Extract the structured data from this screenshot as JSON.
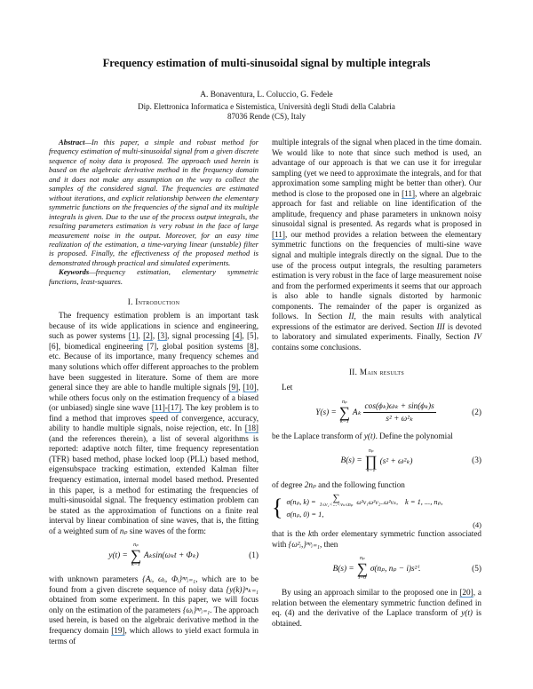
{
  "paper": {
    "title": "Frequency estimation of multi-sinusoidal signal by multiple integrals",
    "authors": "A. Bonaventura, L. Coluccio, G. Fedele",
    "affiliation": "Dip. Elettronica Informatica e Sistemistica, Università degli Studi della Calabria",
    "address": "87036 Rende (CS), Italy"
  },
  "abstract": {
    "label": "Abstract",
    "text": "—In this paper, a simple and robust method for frequency estimation of multi-sinusoidal signal from a given discrete sequence of noisy data is proposed. The approach used herein is based on the algebraic derivative method in the frequency domain and it does not make any assumption on the way to collect the samples of the considered signal. The frequencies are estimated without iterations, and explicit relationship between the elementary symmetric functions on the frequencies of the signal and its multiple integrals is given. Due to the use of the process output integrals, the resulting parameters estimation is very robust in the face of large measurement noise in the output. Moreover, for an easy time realization of the estimation, a time-varying linear (unstable) filter is proposed. Finally, the effectiveness of the proposed method is demonstrated through practical and simulated experiments.",
    "keywords_label": "Keywords",
    "keywords": "—frequency estimation, elementary symmetric functions, least-squares."
  },
  "sections": {
    "intro_heading": "I. Introduction",
    "main_heading": "II. Main results"
  },
  "paragraphs": {
    "intro1": [
      "The frequency estimation problem is an important task because of its wide applications in science and engineering, such as power systems ",
      {
        "ref": "[1]"
      },
      ", ",
      {
        "ref": "[2]"
      },
      ", ",
      {
        "ref": "[3]"
      },
      ", signal processing ",
      {
        "ref": "[4]"
      },
      ", [5], [6], biomedical engineering [7], global position systems ",
      {
        "ref": "[8]"
      },
      ", etc. Because of its importance, many frequency schemes and many solutions which offer different approaches to the problem have been suggested in literature. Some of them are more general since they are able to handle multiple signals ",
      {
        "ref": "[9]"
      },
      ", ",
      {
        "ref": "[10]"
      },
      ", while others focus only on the estimation frequency of a biased (or unbiased) single sine wave ",
      {
        "ref": "[11]-[17]"
      },
      ". The key problem is to find a method that improves speed of convergence, accuracy, ability to handle multiple signals, noise re­jection, etc. In ",
      {
        "ref": "[18]"
      },
      " (and the references therein), a list of several algorithms is reported: adaptive notch filter, time frequency representation (TFR) based method, phase locked loop (PLL) based method, eigensubspace tracking estimation, extended Kalman filter frequency estimation, internal model based method. Presented in this paper, is a method for estimating the frequencies of multi-sinusoidal signal. The frequency estimation problem can be stated as the approximation of functions on a finite real interval by linear combination of sine waves, that is, the fitting of a weighted sum of ",
      {
        "math": "nₚ"
      },
      " sine waves of the form:"
    ],
    "intro2": [
      "with unknown parameters ",
      {
        "math": "{Aᵢ, ωᵢ, Φᵢ}ⁿᵖᵢ₌₁"
      },
      ", which are to be found from a given discrete sequence of noisy data ",
      {
        "math": "{y(k)}ⁿₖ₌₁"
      },
      " obtained from some experiment. In this paper, we will focus only on the estimation of the parameters ",
      {
        "math": "{ωᵢ}ⁿᵖᵢ₌₁"
      },
      ". The approach used herein, is based on the algebraic derivative method in the frequency domain ",
      {
        "ref": "[19]"
      },
      ", which allows to yield exact formula in terms of"
    ],
    "right1": [
      "multiple integrals of the signal when placed in the time domain. We would like to note that since such method is used, an advantage of our approach is that we can use it for irregular sampling (yet we need to approximate the integrals, and for that approximation some sampling might be better than other). Our method is close to the proposed one in ",
      {
        "ref": "[11]"
      },
      ", where an algebraic approach for fast and reliable on line identification of the amplitude, frequency and phase parameters in unknown noisy sinu­soidal signal is presented. As regards what is proposed in ",
      {
        "ref": "[11]"
      },
      ", our method provides a relation between the elementary symmetric functions on the frequencies of multi-sine wave signal and multiple integrals directly on the signal. Due to the use of the process output integrals, the resulting parameters estimation is very robust in the face of large measurement noise and from the performed experiments it seems that our approach is also able to handle signals distorted by harmonic components. The remainder of the paper is organized as follows. In Section ",
      {
        "math": "II"
      },
      ", the main results with analytical expressions of the estimator are derived. Section ",
      {
        "math": "III"
      },
      " is devoted to laboratory and simulated experiments. Finally, Section ",
      {
        "math": "IV"
      },
      " contains some conclusions."
    ],
    "let": [
      "Let"
    ],
    "laplace": [
      "be the Laplace transform of ",
      {
        "math": "y(t)"
      },
      ". Define the polynomial"
    ],
    "degree": [
      "of degree ",
      {
        "math": "2nₚ"
      },
      " and the following function"
    ],
    "thatis": [
      "that is the ",
      {
        "math": "k"
      },
      "th order elementary symmetric function asso­ciated with ",
      {
        "math": "{ω²ᵢ,}ⁿᵖᵢ₌₁"
      },
      ", then"
    ],
    "final": [
      "By using an approach similar to the proposed one in ",
      {
        "ref": "[20]"
      },
      ", a relation between the elementary symmetric function defined in eq. (4) and the derivative of the Laplace transform of ",
      {
        "math": "y(t)"
      },
      " is obtained."
    ]
  },
  "equations": {
    "eq1": {
      "lhs": "y(t) =",
      "upper": "nₚ",
      "lower": "k=1",
      "body": "Aₖsin(ωₖt + Φₖ)",
      "number": "(1)"
    },
    "eq2": {
      "lhs": "Y(s) =",
      "upper": "nₚ",
      "lower": "k=1",
      "coef": "Aₖ",
      "num": "cos(ϕₖ)ωₖ + sin(ϕₖ)s",
      "den": "s² + ω²ₖ",
      "number": "(2)"
    },
    "eq3": {
      "lhs": "B(s) =",
      "upper": "nₚ",
      "lower": "k=1",
      "body": "(s² + ω²ₖ)",
      "number": "(3)"
    },
    "eq4": {
      "line1_lhs": "σ(nₚ, k) =",
      "line1_lower": "1≤ν₁<...<νₖ≤nₚ",
      "line1_body": "ω²ν₁ω²ν₂..ω²νₖ,",
      "line1_range": "k = 1, ..., nₚ,",
      "line2": "σ(nₚ, 0) = 1,",
      "number": "(4)"
    },
    "eq5": {
      "lhs": "B(s) =",
      "upper": "nₚ",
      "lower": "i=0",
      "body": "σ(nₚ, nₚ − i)s²ⁱ.",
      "number": "(5)"
    }
  }
}
